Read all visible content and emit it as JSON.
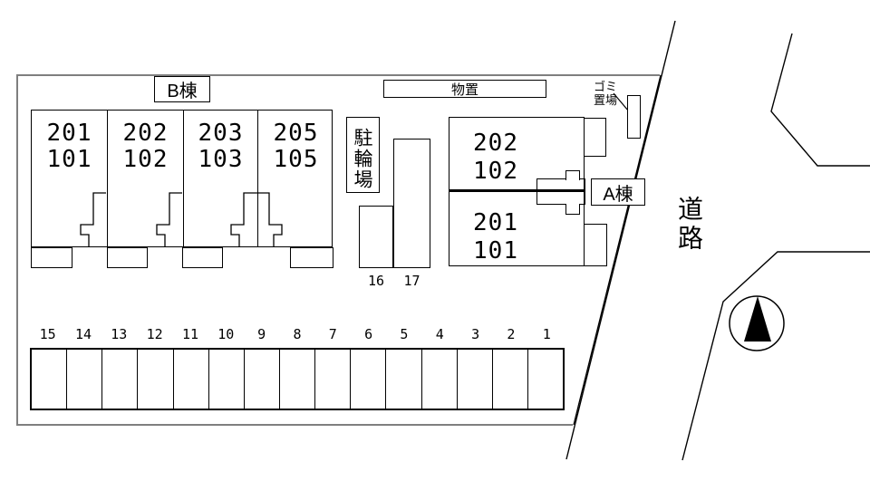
{
  "plan": {
    "building_b": {
      "label": "B棟",
      "units": [
        {
          "upper": "201",
          "lower": "101"
        },
        {
          "upper": "202",
          "lower": "102"
        },
        {
          "upper": "203",
          "lower": "103"
        },
        {
          "upper": "205",
          "lower": "105"
        }
      ]
    },
    "building_a": {
      "label": "A棟",
      "units": [
        {
          "upper": "202",
          "lower": "102"
        },
        {
          "upper": "201",
          "lower": "101"
        }
      ]
    },
    "storage_label": "物置",
    "bicycle_parking_label": "駐輪場",
    "garbage_label": {
      "line1": "ゴミ",
      "line2": "置場"
    },
    "road_label": "道路",
    "parking": {
      "row_spaces": [
        "15",
        "14",
        "13",
        "12",
        "11",
        "10",
        "9",
        "8",
        "7",
        "6",
        "5",
        "4",
        "3",
        "2",
        "1"
      ],
      "side_spaces": [
        "16",
        "17"
      ]
    },
    "colors": {
      "outline": "#000000",
      "boundary": "#7f7f7f",
      "background": "#ffffff"
    }
  }
}
